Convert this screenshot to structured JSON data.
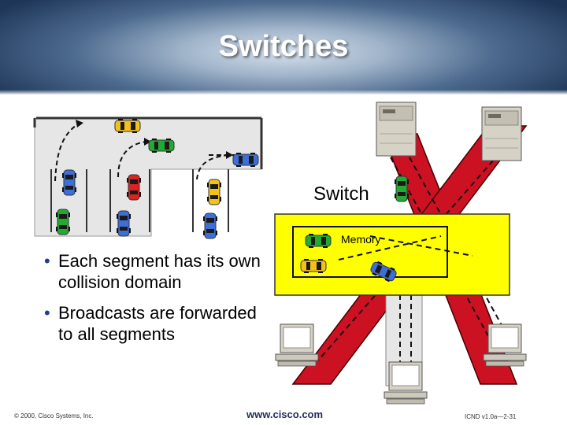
{
  "slide": {
    "title": "Switches",
    "switch_label": "Switch",
    "memory_label": "Memory",
    "bullets": [
      "Each segment has its own collision domain",
      "Broadcasts are forwarded to all segments"
    ],
    "footer": {
      "copyright": "© 2000, Cisco Systems, Inc.",
      "url": "www.cisco.com",
      "course_code": "ICND v1.0a—2-31"
    }
  },
  "colors": {
    "header_dark": "#1d3557",
    "road": "#e6e6e6",
    "segment_red": "#cc1122",
    "switch_yellow": "#ffff00",
    "server_beige": "#d6d2c6",
    "car_yellow": "#f2c21a",
    "car_green": "#22aa33",
    "car_blue": "#3d6fd9",
    "car_red": "#dd2222"
  },
  "icons": [
    "server-icon",
    "workstation-icon",
    "car-icon"
  ]
}
